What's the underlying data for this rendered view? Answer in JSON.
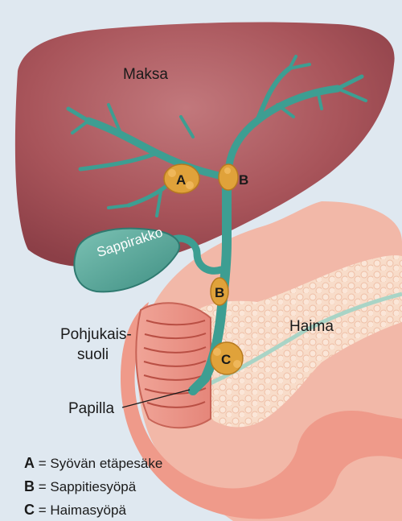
{
  "labels": {
    "liver": "Maksa",
    "gallbladder": "Sappirakko",
    "duodenum_line1": "Pohjukais-",
    "duodenum_line2": "suoli",
    "pancreas": "Haima",
    "papilla": "Papilla"
  },
  "markers": {
    "a": "A",
    "b_upper": "B",
    "b_lower": "B",
    "c": "C"
  },
  "legend": [
    {
      "letter": "A",
      "separator": "=",
      "text": "Syövän etäpesäke"
    },
    {
      "letter": "B",
      "separator": "=",
      "text": "Sappitiesyöpä"
    },
    {
      "letter": "C",
      "separator": "=",
      "text": "Haimasyöpä"
    }
  ],
  "colors": {
    "background": "#dfe8f0",
    "liver": "#a8545a",
    "bile_duct": "#3d9e92",
    "gallbladder": "#5fae9f",
    "pancreas": "#f6d2bd",
    "duodenum": "#e5867a",
    "tumor": "#e0a23a"
  }
}
